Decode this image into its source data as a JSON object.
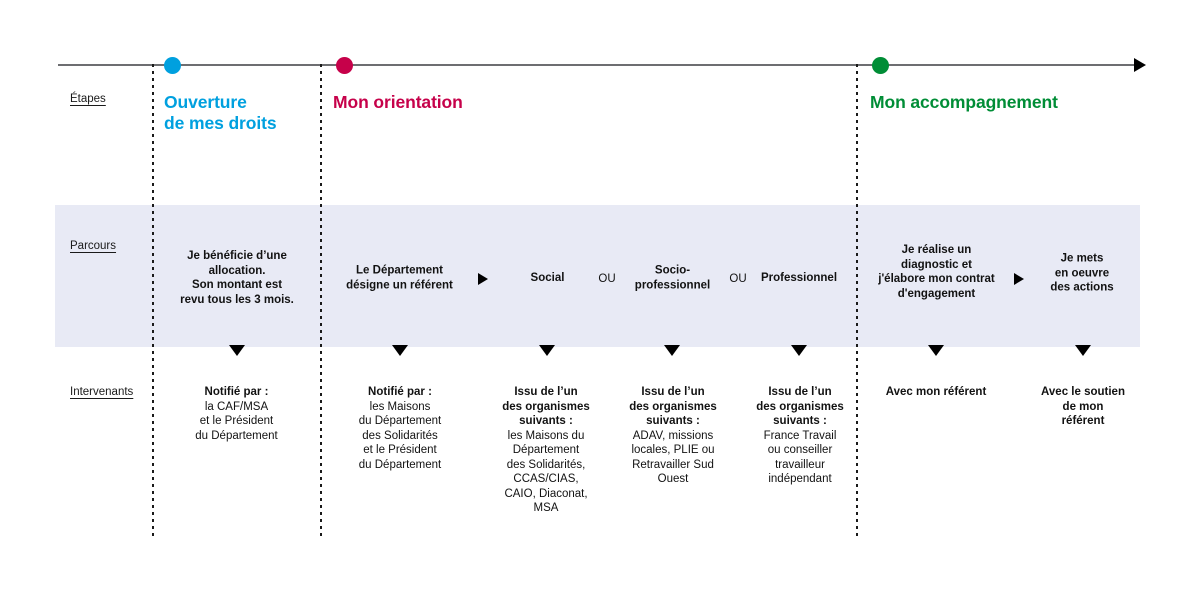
{
  "diagram": {
    "title_hidden": "",
    "colors": {
      "stage1": "#00a0df",
      "stage2": "#c6014a",
      "stage3": "#008d36",
      "band": "#e8eaf5",
      "timeline": "#6d6e71",
      "text": "#121212"
    },
    "row_labels": {
      "etapes": "Étapes",
      "parcours": "Parcours",
      "intervenants": "Intervenants"
    },
    "stages": [
      {
        "name": "stage-ouverture",
        "label": "Ouverture\nde mes droits",
        "color": "#00a0df"
      },
      {
        "name": "stage-orientation",
        "label": "Mon orientation",
        "color": "#c6014a"
      },
      {
        "name": "stage-accompagnement",
        "label": "Mon accompagnement",
        "color": "#008d36"
      }
    ],
    "parcours": [
      {
        "name": "parcours-allocation",
        "text": "Je bénéficie d’une\nallocation.\nSon montant est\nrevu tous les 3 mois.",
        "bold": true
      },
      {
        "name": "parcours-referent",
        "text": "Le Département\ndésigne un référent",
        "bold": true
      },
      {
        "name": "parcours-social",
        "text": "Social",
        "bold": true
      },
      {
        "name": "parcours-socio-professionnel",
        "text": "Socio-\nprofessionnel",
        "bold": true
      },
      {
        "name": "parcours-professionnel",
        "text": "Professionnel",
        "bold": true
      },
      {
        "name": "parcours-diagnostic",
        "text": "Je réalise un\ndiagnostic et\nj'élabore mon contrat\nd'engagement",
        "bold": true
      },
      {
        "name": "parcours-actions",
        "text": "Je mets\nen oeuvre\ndes actions",
        "bold": true
      }
    ],
    "connectors": {
      "ou_1": "OU",
      "ou_2": "OU"
    },
    "intervenants": [
      {
        "name": "intervenant-caf-msa",
        "head": "Notifié par :",
        "body": "la CAF/MSA\net le Président\ndu Département"
      },
      {
        "name": "intervenant-maisons-solidarites",
        "head": "Notifié par :",
        "body": "les Maisons\ndu Département\ndes Solidarités\net le Président\ndu Département"
      },
      {
        "name": "intervenant-social-organismes",
        "head": "Issu de l’un\ndes organismes\nsuivants :",
        "body": "les Maisons du\nDépartement\ndes Solidarités,\nCCAS/CIAS,\nCAIO, Diaconat,\nMSA"
      },
      {
        "name": "intervenant-socio-pro-organismes",
        "head": "Issu de l’un\ndes organismes\nsuivants :",
        "body": "ADAV, missions\nlocales, PLIE ou\nRetravailler Sud\nOuest"
      },
      {
        "name": "intervenant-pro-organismes",
        "head": "Issu de l’un\ndes organismes\nsuivants :",
        "body": "France Travail\nou conseiller\ntravailleur\nindépendant"
      },
      {
        "name": "intervenant-avec-referent",
        "head": "Avec mon référent",
        "body": ""
      },
      {
        "name": "intervenant-soutien-referent",
        "head": "Avec le soutien\nde mon\nréférent",
        "body": ""
      }
    ]
  }
}
